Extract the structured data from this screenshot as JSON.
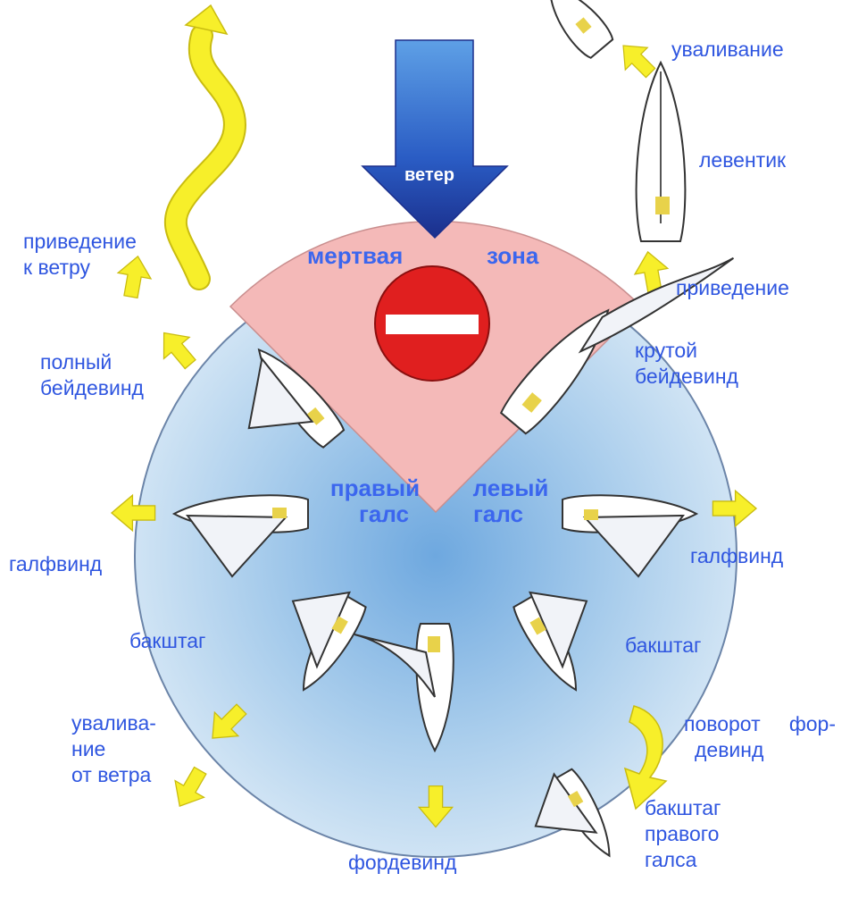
{
  "diagram": {
    "wind_label": "ветер",
    "no_go_zone": {
      "left_word": "мертвая",
      "right_word": "зона"
    },
    "tacks": {
      "starboard": {
        "line1": "правый",
        "line2": "галс"
      },
      "port": {
        "line1": "левый",
        "line2": "галс"
      }
    },
    "labels": {
      "bear_away_top": "уваливание",
      "head_to_wind": "левентик",
      "luff_up_right": "приведение",
      "close_hauled": {
        "line1": "крутой",
        "line2": "бейдевинд"
      },
      "luff_up_left": {
        "line1": "приведение",
        "line2": "к ветру"
      },
      "close_reach": {
        "line1": "полный",
        "line2": "бейдевинд"
      },
      "beam_reach_left": "галфвинд",
      "beam_reach_right": "галфвинд",
      "broad_reach_left": "бакштаг",
      "broad_reach_right": "бакштаг",
      "gybe": {
        "line1": "поворот",
        "line1b": "фор-",
        "line2": "девинд"
      },
      "bear_away_bottom": {
        "line1": "увалива-",
        "line2": "ние",
        "line3": "от ветра"
      },
      "run": "фордевинд",
      "broad_reach_starboard": {
        "line1": "бакштаг",
        "line2": "правого",
        "line3": "галса"
      }
    },
    "colors": {
      "label_blue": "#2f56e0",
      "arrow_yellow": "#f7ef2a",
      "no_go_pink": "#f4b9b8",
      "water_blue": "#bcd8ef",
      "wind_arrow_blue": "#2c5fc8",
      "stop_sign_red": "#e01f1f"
    }
  }
}
